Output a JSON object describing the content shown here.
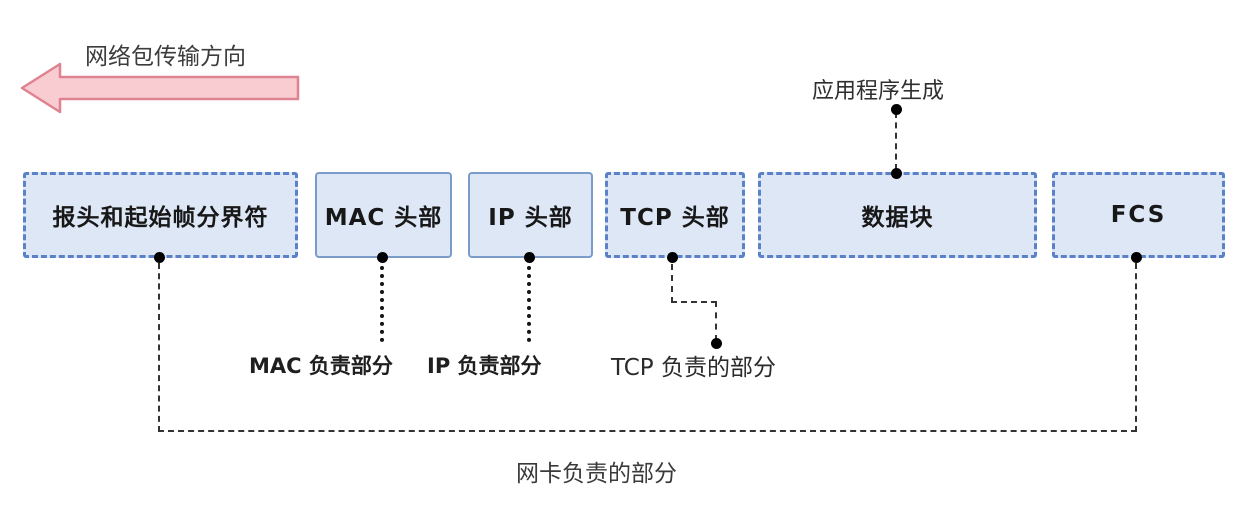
{
  "diagram": {
    "direction_label": "网络包传输方向",
    "app_generated_label": "应用程序生成",
    "segments": [
      {
        "id": "preamble",
        "label": "报头和起始帧分界符",
        "border": "dashed"
      },
      {
        "id": "mac-header",
        "label": "MAC 头部",
        "border": "solid"
      },
      {
        "id": "ip-header",
        "label": "IP 头部",
        "border": "solid"
      },
      {
        "id": "tcp-header",
        "label": "TCP 头部",
        "border": "dashed"
      },
      {
        "id": "data-block",
        "label": "数据块",
        "border": "dashed"
      },
      {
        "id": "fcs",
        "label": "FCS",
        "border": "dashed"
      }
    ],
    "responsibility_labels": {
      "mac": "MAC 负责部分",
      "ip": "IP 负责部分",
      "tcp": "TCP 负责的部分",
      "nic": "网卡负责的部分"
    }
  },
  "colors": {
    "box_fill": "#dde7f6",
    "box_border": "#5b82c8",
    "box_border_solid": "#7b9cc9",
    "arrow_fill": "#f8ccd1",
    "arrow_border": "#dd8490",
    "text": "#2b2b2b"
  }
}
